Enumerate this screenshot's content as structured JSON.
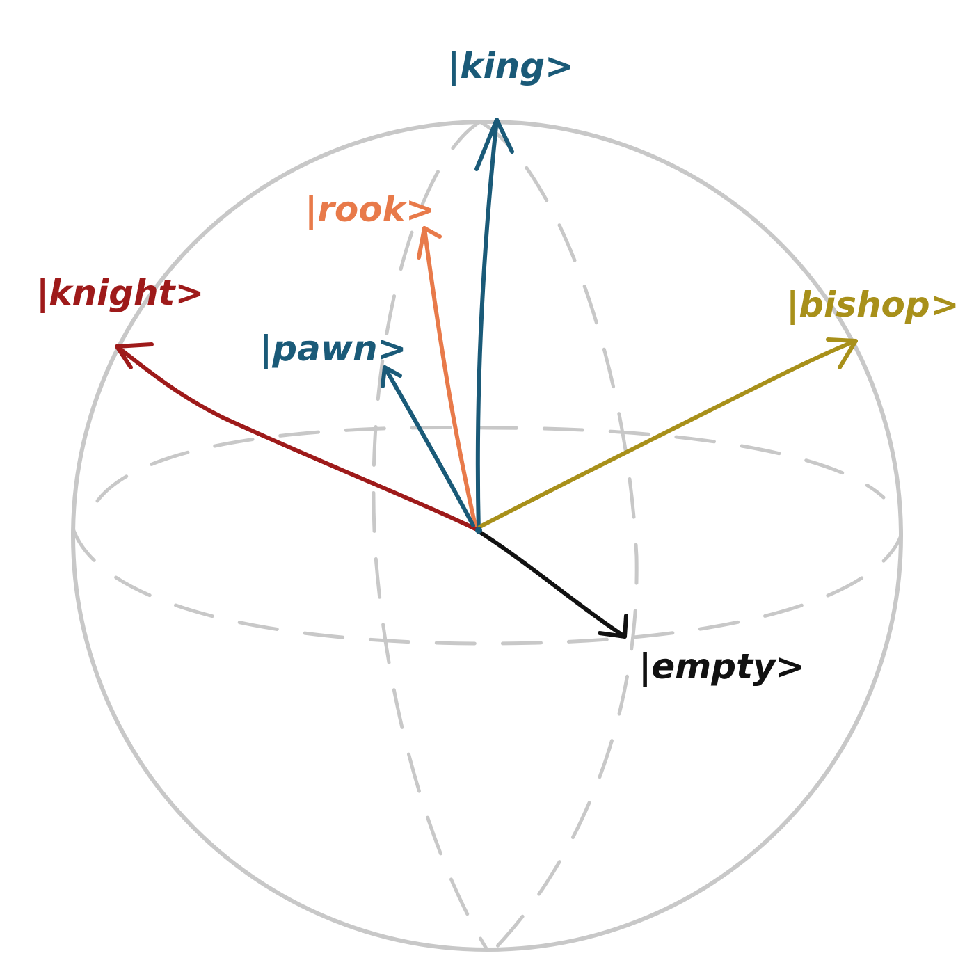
{
  "diagram": {
    "sphere_color": "#c8c8c8",
    "vectors": [
      {
        "id": "king",
        "label": "|king>",
        "color": "#1a5a78"
      },
      {
        "id": "rook",
        "label": "|rook>",
        "color": "#e87a4a"
      },
      {
        "id": "knight",
        "label": "|knight>",
        "color": "#9e1a1a"
      },
      {
        "id": "pawn",
        "label": "|pawn>",
        "color": "#1a5a78"
      },
      {
        "id": "bishop",
        "label": "|bishop>",
        "color": "#a8901a"
      },
      {
        "id": "empty",
        "label": "|empty>",
        "color": "#111111"
      }
    ]
  }
}
